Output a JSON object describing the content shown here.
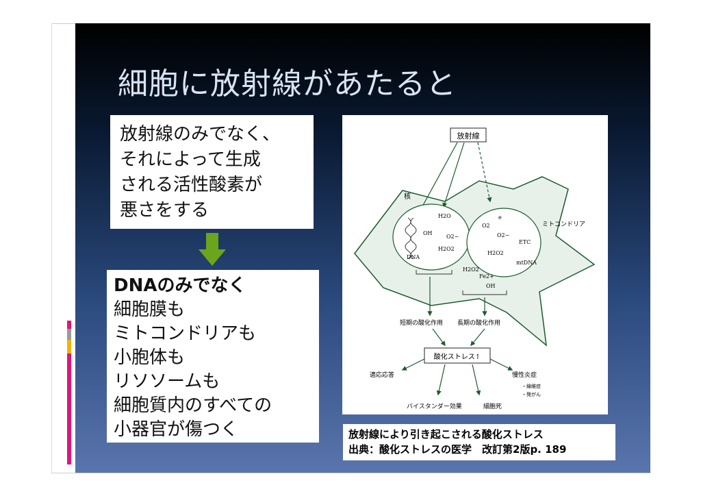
{
  "title": "細胞に放射線があたると",
  "box1": {
    "lines": [
      "放射線のみでなく、",
      "それによって生成",
      "される活性酸素が",
      "悪さをする"
    ]
  },
  "box2": {
    "lines": [
      "DNAのみでなく",
      "細胞膜も",
      "ミトコンドリアも",
      "小胞体も",
      "リソソームも",
      "細胞質内のすべての",
      "小器官が傷つく"
    ]
  },
  "figure": {
    "labels": {
      "radiation": "放射線",
      "nucleus": "核",
      "mitochondria": "ミトコンドリア",
      "h2o": "H2O",
      "oh": "OH",
      "o2minus": "O2−",
      "h2o2": "H2O2",
      "dna": "DNA",
      "o2": "O2",
      "e": "e",
      "o2minus_m": "O2−",
      "etc": "ETC",
      "h2o2_m": "H2O2",
      "mtdna": "mtDNA",
      "h2o2_c": "H2O2",
      "fe": "Fe2+",
      "oh_c": "OH",
      "short_term": "短期の酸化作用",
      "long_term": "長期の酸化作用",
      "oxidative_stress": "酸化ストレス↑",
      "adaptive": "適応応答",
      "chronic": "慢性炎症",
      "fibrosis": "・線維症",
      "cancer": "・発がん",
      "bystander": "バイスタンダー効果",
      "cell_death": "細胞死"
    }
  },
  "caption": {
    "line1": "放射線により引き起こされる酸化ストレス",
    "line2": "出典：酸化ストレスの医学　改訂第2版p. 189"
  },
  "colors": {
    "accent_pink": "#e0157a",
    "accent_yellow": "#f0b400",
    "arrow_green": "#6aa51c",
    "title_text": "#d8e4f5"
  }
}
